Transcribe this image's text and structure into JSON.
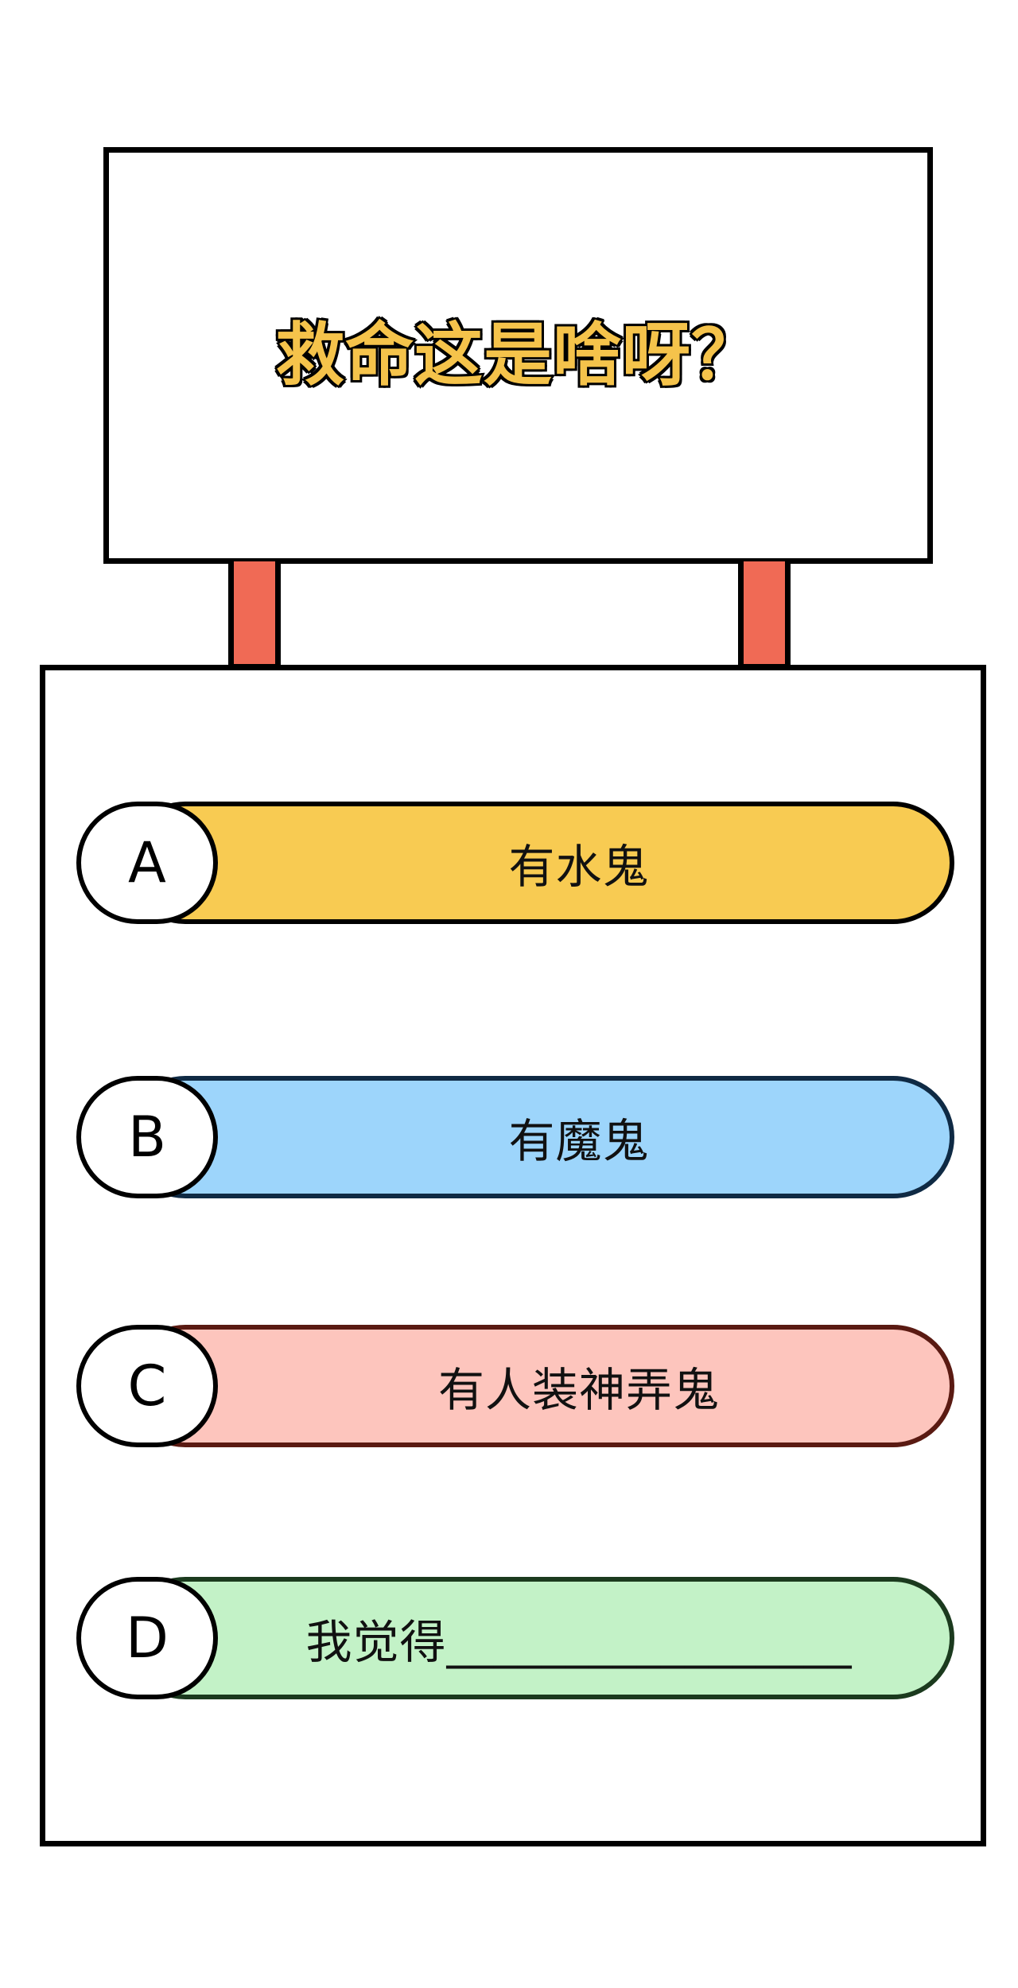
{
  "sign": {
    "title": "救命这是啥呀？"
  },
  "colors": {
    "title_fill": "#f5c34b",
    "post": "#f06a55",
    "option_a": "#f8cb52",
    "option_b": "#9dd5fb",
    "option_c": "#fdc5bd",
    "option_d": "#c3f2c7",
    "option_a_border": "#000000",
    "option_b_border": "#0f2a44",
    "option_c_border": "#5a1a12",
    "option_d_border": "#1b3a1e"
  },
  "options": [
    {
      "letter": "A",
      "text": "有水鬼"
    },
    {
      "letter": "B",
      "text": "有魔鬼"
    },
    {
      "letter": "C",
      "text": "有人装神弄鬼"
    },
    {
      "letter": "D",
      "text": "我觉得_________________"
    }
  ]
}
